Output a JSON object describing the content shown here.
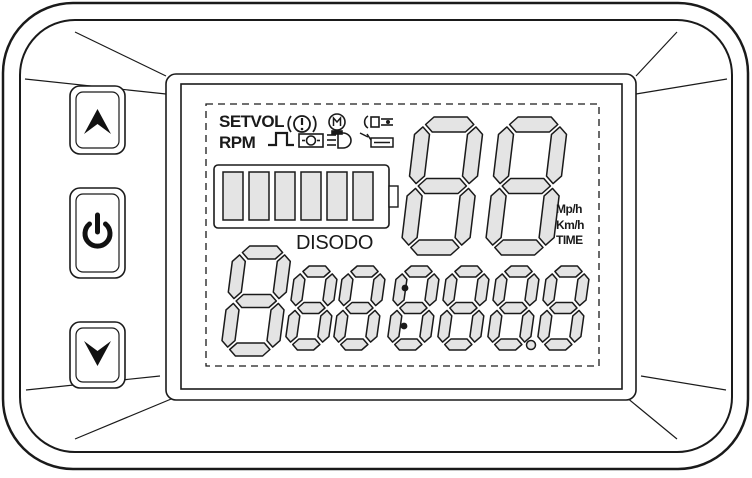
{
  "display": {
    "labels": {
      "setvol": "SETVOL",
      "rpm": "RPM",
      "mode": "DISODO",
      "unit_mph": "Mp/h",
      "unit_kmh": "Km/h",
      "unit_time": "TIME"
    },
    "indicators": [
      "brake-warning-icon",
      "motor-icon",
      "throttle-icon",
      "pulse-icon",
      "cruise-icon",
      "headlight-icon",
      "battery-charge-icon"
    ],
    "battery_segments": 6,
    "speed_digits": 2,
    "odometer_digits": 7
  },
  "buttons": {
    "up": "chevron-up-icon",
    "power": "power-icon",
    "down": "chevron-down-icon"
  },
  "colors": {
    "stroke": "#1a1a1a",
    "segment_fill": "#e4e4e4",
    "background": "#ffffff"
  }
}
